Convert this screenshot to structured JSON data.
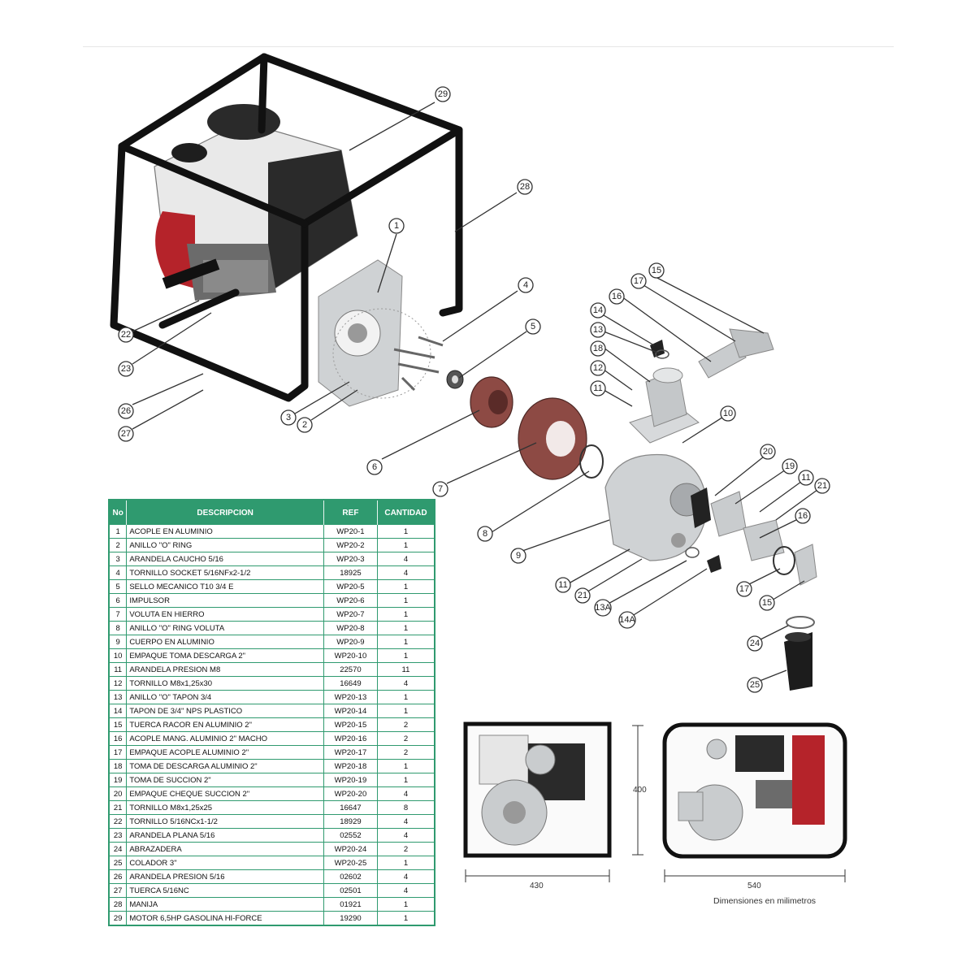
{
  "table": {
    "headers": {
      "no": "No",
      "desc": "DESCRIPCION",
      "ref": "REF",
      "qty": "CANTIDAD"
    },
    "rows": [
      {
        "no": "1",
        "desc": "ACOPLE EN ALUMINIO",
        "ref": "WP20-1",
        "qty": "1"
      },
      {
        "no": "2",
        "desc": "ANILLO \"O\" RING",
        "ref": "WP20-2",
        "qty": "1"
      },
      {
        "no": "3",
        "desc": "ARANDELA CAUCHO 5/16",
        "ref": "WP20-3",
        "qty": "4"
      },
      {
        "no": "4",
        "desc": "TORNILLO SOCKET 5/16NFx2-1/2",
        "ref": "18925",
        "qty": "4"
      },
      {
        "no": "5",
        "desc": "SELLO MECANICO T10 3/4 E",
        "ref": "WP20-5",
        "qty": "1"
      },
      {
        "no": "6",
        "desc": "IMPULSOR",
        "ref": "WP20-6",
        "qty": "1"
      },
      {
        "no": "7",
        "desc": "VOLUTA EN HIERRO",
        "ref": "WP20-7",
        "qty": "1"
      },
      {
        "no": "8",
        "desc": "ANILLO \"O\" RING VOLUTA",
        "ref": "WP20-8",
        "qty": "1"
      },
      {
        "no": "9",
        "desc": "CUERPO EN ALUMINIO",
        "ref": "WP20-9",
        "qty": "1"
      },
      {
        "no": "10",
        "desc": "EMPAQUE TOMA DESCARGA 2\"",
        "ref": "WP20-10",
        "qty": "1"
      },
      {
        "no": "11",
        "desc": "ARANDELA PRESION M8",
        "ref": "22570",
        "qty": "11"
      },
      {
        "no": "12",
        "desc": "TORNILLO M8x1,25x30",
        "ref": "16649",
        "qty": "4"
      },
      {
        "no": "13",
        "desc": "ANILLO \"O\" TAPON 3/4",
        "ref": "WP20-13",
        "qty": "1"
      },
      {
        "no": "14",
        "desc": "TAPON DE 3/4\" NPS PLASTICO",
        "ref": "WP20-14",
        "qty": "1"
      },
      {
        "no": "15",
        "desc": "TUERCA RACOR EN ALUMINIO 2\"",
        "ref": "WP20-15",
        "qty": "2"
      },
      {
        "no": "16",
        "desc": "ACOPLE MANG. ALUMINIO 2\" MACHO",
        "ref": "WP20-16",
        "qty": "2"
      },
      {
        "no": "17",
        "desc": "EMPAQUE ACOPLE ALUMINIO 2\"",
        "ref": "WP20-17",
        "qty": "2"
      },
      {
        "no": "18",
        "desc": "TOMA DE DESCARGA ALUMINIO 2\"",
        "ref": "WP20-18",
        "qty": "1"
      },
      {
        "no": "19",
        "desc": "TOMA DE SUCCION 2\"",
        "ref": "WP20-19",
        "qty": "1"
      },
      {
        "no": "20",
        "desc": "EMPAQUE CHEQUE SUCCION 2\"",
        "ref": "WP20-20",
        "qty": "4"
      },
      {
        "no": "21",
        "desc": "TORNILLO M8x1,25x25",
        "ref": "16647",
        "qty": "8"
      },
      {
        "no": "22",
        "desc": "TORNILLO 5/16NCx1-1/2",
        "ref": "18929",
        "qty": "4"
      },
      {
        "no": "23",
        "desc": "ARANDELA PLANA 5/16",
        "ref": "02552",
        "qty": "4"
      },
      {
        "no": "24",
        "desc": "ABRAZADERA",
        "ref": "WP20-24",
        "qty": "2"
      },
      {
        "no": "25",
        "desc": "COLADOR 3\"",
        "ref": "WP20-25",
        "qty": "1"
      },
      {
        "no": "26",
        "desc": "ARANDELA PRESION 5/16",
        "ref": "02602",
        "qty": "4"
      },
      {
        "no": "27",
        "desc": "TUERCA 5/16NC",
        "ref": "02501",
        "qty": "4"
      },
      {
        "no": "28",
        "desc": "MANIJA",
        "ref": "01921",
        "qty": "1"
      },
      {
        "no": "29",
        "desc": "MOTOR 6,5HP GASOLINA HI-FORCE",
        "ref": "19290",
        "qty": "1"
      }
    ]
  },
  "callouts": [
    "29",
    "28",
    "1",
    "4",
    "5",
    "22",
    "23",
    "26",
    "27",
    "3",
    "2",
    "6",
    "7",
    "15",
    "17",
    "16",
    "14",
    "13",
    "18",
    "12",
    "11",
    "10",
    "20",
    "19",
    "11",
    "21",
    "16",
    "8",
    "9",
    "11",
    "21",
    "13A",
    "14A",
    "17",
    "15",
    "24",
    "25"
  ],
  "dimensions": {
    "height": "400",
    "width_front": "430",
    "width_side": "540",
    "caption": "Dimensiones en milimetros"
  },
  "colors": {
    "table_green": "#2f9a6f",
    "frame_black": "#111111",
    "engine_red": "#b5232a",
    "aluminum": "#c9ccce",
    "iron": "#7a3a36"
  }
}
